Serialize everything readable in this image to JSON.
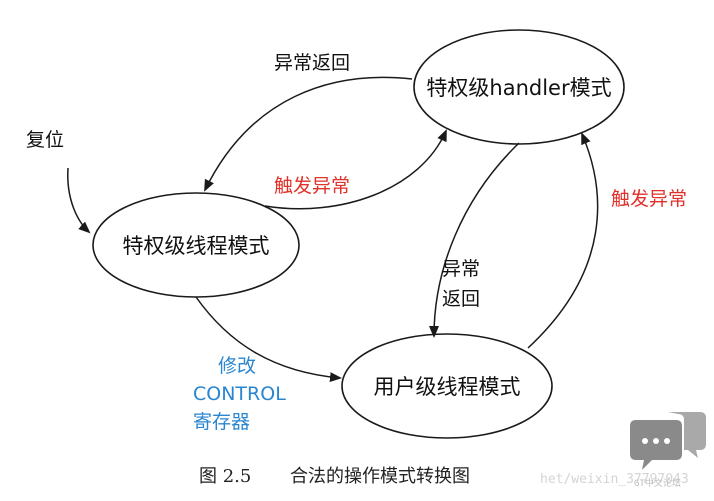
{
  "colors": {
    "stroke": "#1a1a1a",
    "text": "#111111",
    "trigger_red": "#e0312b",
    "control_blue": "#2a86d0",
    "watermark_gray": "#c8c8c8",
    "logo_dark": "#7a7a7a"
  },
  "nodes": {
    "handler_mode": "特权级handler模式",
    "thread_privileged": "特权级线程模式",
    "thread_user": "用户级线程模式"
  },
  "labels": {
    "reset": "复位",
    "exception_return_top": "异常返回",
    "trigger_exception_middle": "触发异常",
    "exception_return_right_line1": "异常",
    "exception_return_right_line2": "返回",
    "trigger_exception_right": "触发异常",
    "modify_control_line1": "修改",
    "modify_control_line2": "CONTROL",
    "modify_control_line3": "寄存器"
  },
  "caption": {
    "figure_number": "图 2.5",
    "title": "合法的操作模式转换图"
  },
  "watermark": {
    "url_text": "het/weixin_37797043",
    "forum_text": "GT中文论坛",
    "logo_icon": "chat-bubble-icon"
  }
}
